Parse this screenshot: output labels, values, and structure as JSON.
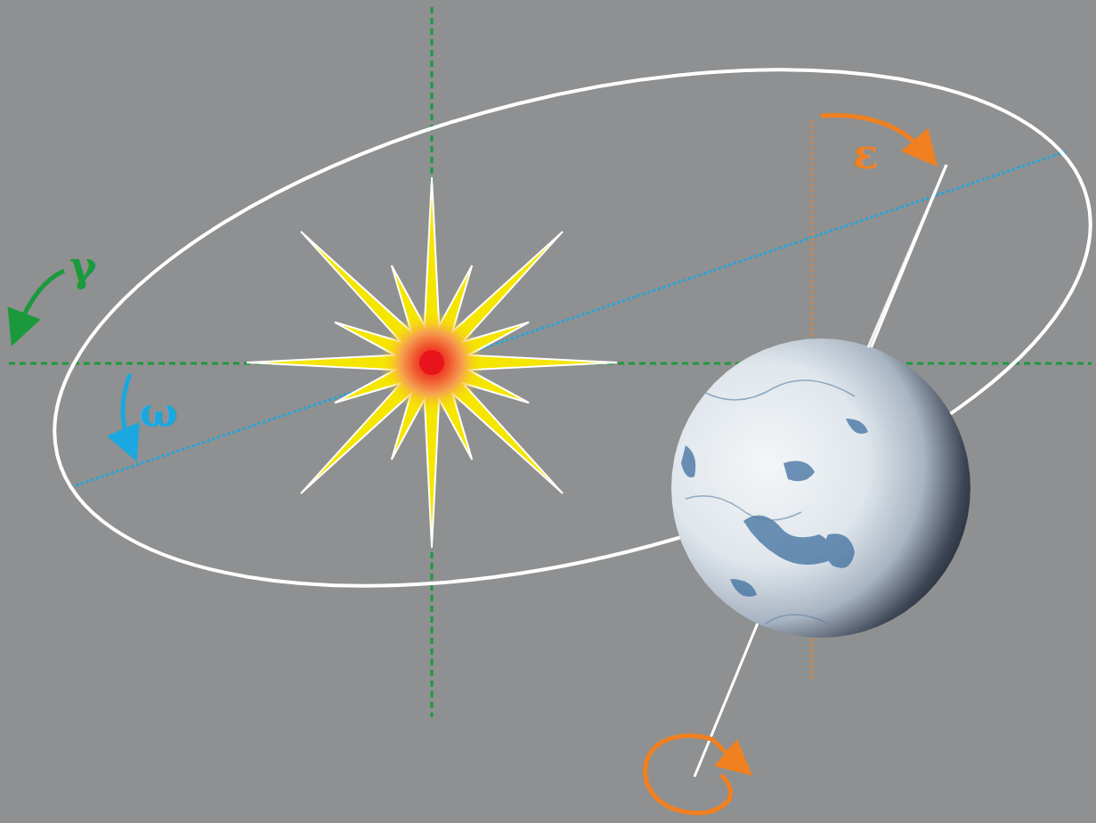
{
  "diagram": {
    "labels": [
      "γ",
      "ω",
      "ε"
    ]
  }
}
